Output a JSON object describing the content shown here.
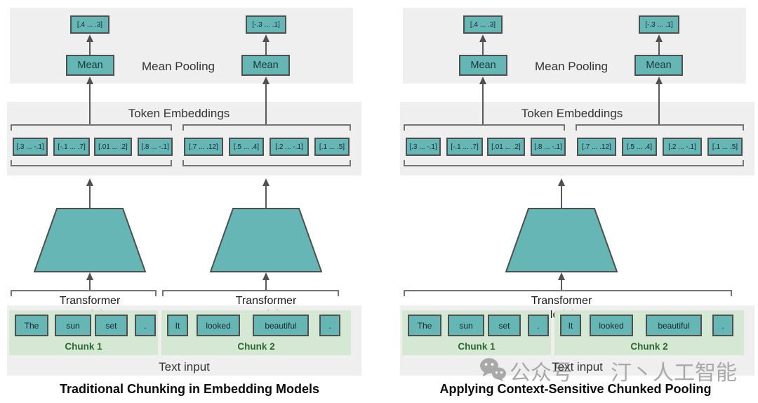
{
  "diagram": {
    "output_vectors": [
      "[.4 ... .3]",
      "[-.3 ... .1]"
    ],
    "mean_label": "Mean",
    "mean_pooling_label": "Mean Pooling",
    "token_embeddings_label": "Token Embeddings",
    "transformer_label": "Transformer Models",
    "chunk1": {
      "label": "Chunk 1",
      "tokens": [
        "The",
        "sun",
        "set",
        "."
      ],
      "embeddings": [
        "[.3 ... -.1]",
        "[-.1 ... .7]",
        "[.01 ... .2]",
        "[.8 ... -.1]"
      ]
    },
    "chunk2": {
      "label": "Chunk 2",
      "tokens": [
        "It",
        "looked",
        "beautiful",
        "."
      ],
      "embeddings": [
        "[.7 ... .12]",
        "[.5 ... .4]",
        "[.2 ... -.1]",
        "[.1 ... .5]"
      ]
    },
    "text_input_label": "Text input"
  },
  "left_panel": {
    "title": "Traditional Chunking in Embedding Models"
  },
  "right_panel": {
    "title": "Applying Context-Sensitive Chunked Pooling"
  },
  "watermark": {
    "icon": "wechat-icon",
    "text_part1": "公众号",
    "text_part2": "汀丶人工智能"
  },
  "colors": {
    "teal": "#66b6b6",
    "panel_gray": "#efefef",
    "chunk_green_bg": "#d5e8d4",
    "chunk_label_green": "#2e6830",
    "line_gray": "#5a5a5a",
    "watermark_gray": "#a9a9a9",
    "title_black": "#0a0a0a"
  }
}
